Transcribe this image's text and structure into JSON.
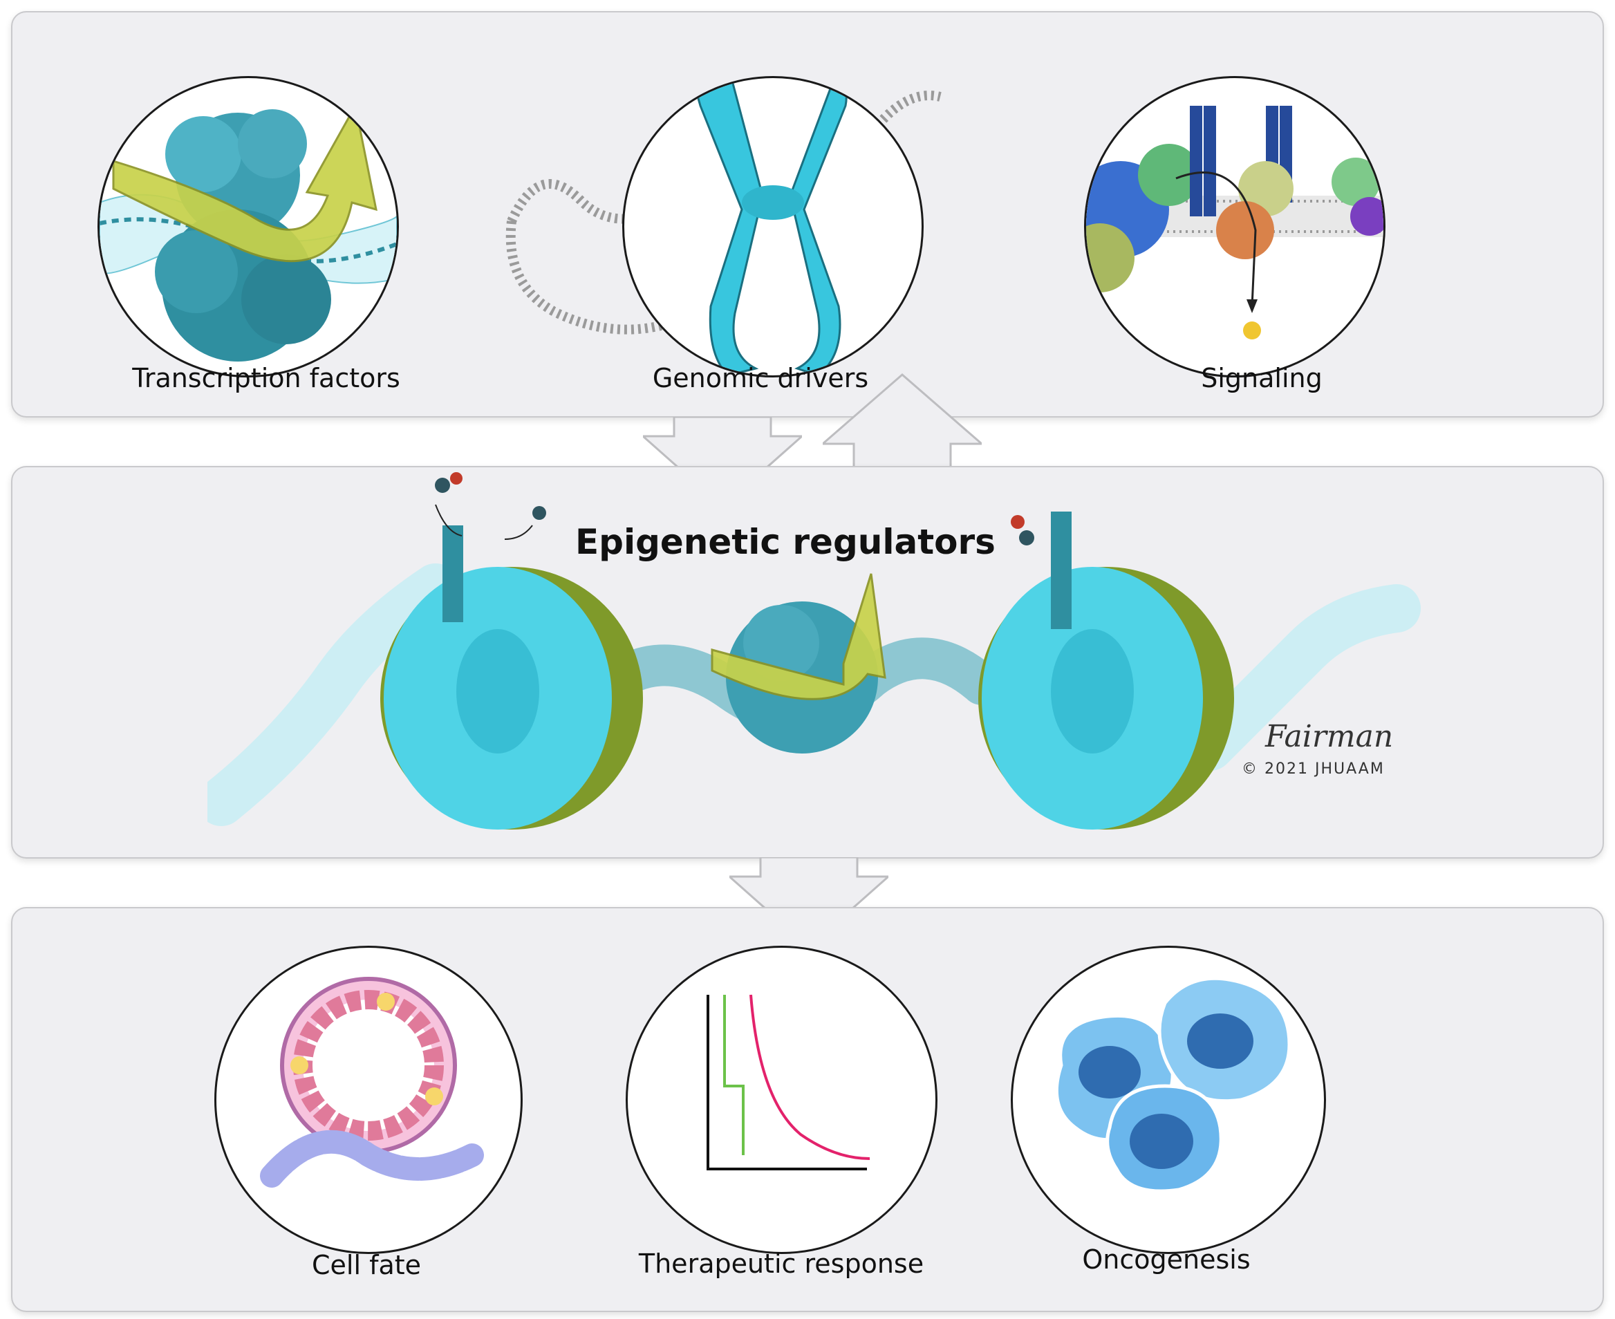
{
  "top_panel": {
    "items": [
      {
        "label": "Transcription factors",
        "icon": "transcription-factor-dna-icon"
      },
      {
        "label": "Genomic drivers",
        "icon": "chromosome-icon"
      },
      {
        "label": "Signaling",
        "icon": "membrane-signaling-icon"
      }
    ]
  },
  "middle_panel": {
    "title": "Epigenetic regulators",
    "signature": "Fairman",
    "copyright": "© 2021 JHUAAM"
  },
  "bottom_panel": {
    "items": [
      {
        "label": "Cell fate",
        "icon": "epithelial-cells-icon"
      },
      {
        "label": "Therapeutic response",
        "icon": "response-curve-icon"
      },
      {
        "label": "Oncogenesis",
        "icon": "cancer-cells-icon"
      }
    ]
  },
  "colors": {
    "panel_bg": "#efeff2",
    "protein_cyan": "#4fd3e6",
    "protein_teal": "#2f8fa0",
    "histone_green": "#7f9a2a",
    "arrow_yellow": "#c8d24a",
    "curve_pink": "#e3226b",
    "curve_green": "#6cc24a",
    "cell_blue": "#5aaee8"
  }
}
